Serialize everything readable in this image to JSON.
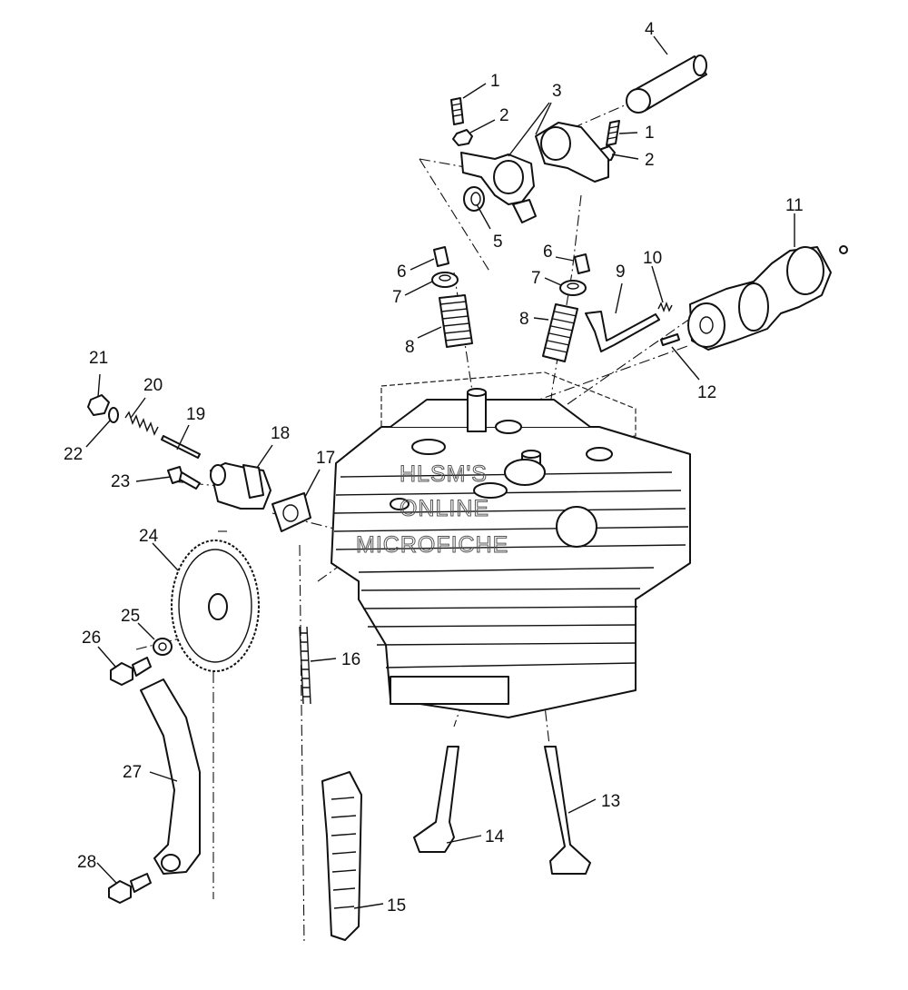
{
  "watermark": {
    "line1": "HLSM'S",
    "line2": "ONLINE",
    "line3": "MICROFICHE"
  },
  "callouts": {
    "c1a": "1",
    "c1b": "1",
    "c2a": "2",
    "c2b": "2",
    "c3": "3",
    "c4": "4",
    "c5": "5",
    "c6a": "6",
    "c6b": "6",
    "c7a": "7",
    "c7b": "7",
    "c8a": "8",
    "c8b": "8",
    "c9": "9",
    "c10": "10",
    "c11": "11",
    "c12": "12",
    "c13": "13",
    "c14": "14",
    "c15": "15",
    "c16": "16",
    "c17": "17",
    "c18": "18",
    "c19": "19",
    "c20": "20",
    "c21": "21",
    "c22": "22",
    "c23": "23",
    "c24": "24",
    "c25": "25",
    "c26": "26",
    "c27": "27",
    "c28": "28"
  }
}
